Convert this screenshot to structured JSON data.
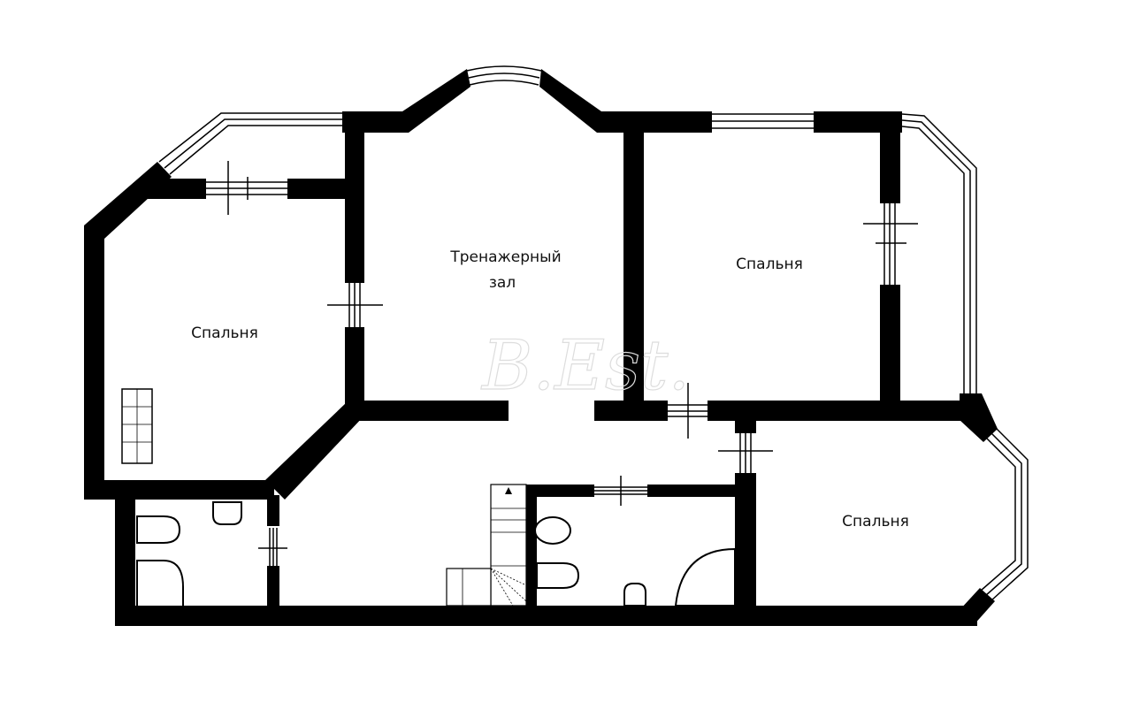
{
  "rooms": {
    "gym_line1": "Тренажерный",
    "gym_line2": "зал",
    "bedroom_left": "Спальня",
    "bedroom_right_top": "Спальня",
    "bedroom_right_bottom": "Спальня"
  },
  "watermark": "B.Est.",
  "colors": {
    "wall": "#000000",
    "background": "#ffffff"
  }
}
